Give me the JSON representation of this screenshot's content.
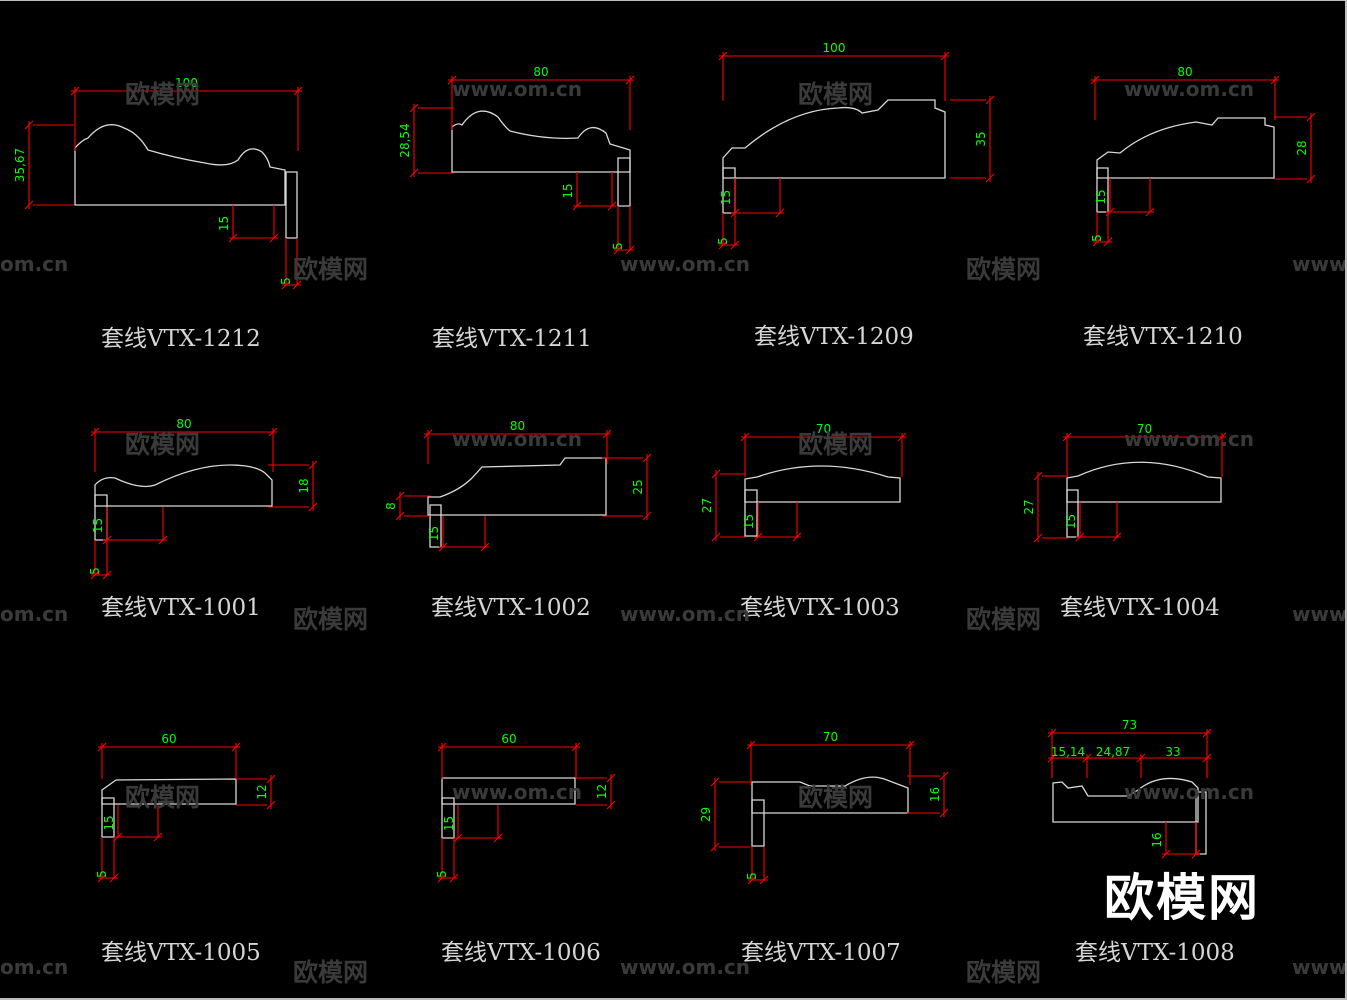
{
  "colors": {
    "background": "#000000",
    "profile": "#d8d8d8",
    "dimension": "#ff0000",
    "dim_text": "#00ff00",
    "title": "#d6d6d6",
    "watermark": "#3a3a3a"
  },
  "drawings": [
    {
      "id": "1212",
      "title": "套线VTX-1212",
      "dims": [
        "100",
        "35,67",
        "15",
        "5"
      ]
    },
    {
      "id": "1211",
      "title": "套线VTX-1211",
      "dims": [
        "80",
        "28,54",
        "15",
        "5"
      ]
    },
    {
      "id": "1209",
      "title": "套线VTX-1209",
      "dims": [
        "100",
        "35",
        "15",
        "5"
      ]
    },
    {
      "id": "1210",
      "title": "套线VTX-1210",
      "dims": [
        "80",
        "28",
        "15",
        "5"
      ]
    },
    {
      "id": "1001",
      "title": "套线VTX-1001",
      "dims": [
        "80",
        "18",
        "15",
        "5"
      ]
    },
    {
      "id": "1002",
      "title": "套线VTX-1002",
      "dims": [
        "80",
        "25",
        "8",
        "15"
      ]
    },
    {
      "id": "1003",
      "title": "套线VTX-1003",
      "dims": [
        "70",
        "27",
        "15"
      ]
    },
    {
      "id": "1004",
      "title": "套线VTX-1004",
      "dims": [
        "70",
        "27",
        "15"
      ]
    },
    {
      "id": "1005",
      "title": "套线VTX-1005",
      "dims": [
        "60",
        "12",
        "15",
        "5"
      ]
    },
    {
      "id": "1006",
      "title": "套线VTX-1006",
      "dims": [
        "60",
        "12",
        "15",
        "5"
      ]
    },
    {
      "id": "1007",
      "title": "套线VTX-1007",
      "dims": [
        "70",
        "29",
        "16",
        "5"
      ]
    },
    {
      "id": "1008",
      "title": "套线VTX-1008",
      "dims": [
        "73",
        "15,14",
        "24,87",
        "33",
        "16"
      ]
    }
  ],
  "watermarks": {
    "site": "www.om.cn",
    "site_cut": "om.cn",
    "site_left": "www.",
    "brand": "欧模网"
  },
  "logo": "欧模网"
}
